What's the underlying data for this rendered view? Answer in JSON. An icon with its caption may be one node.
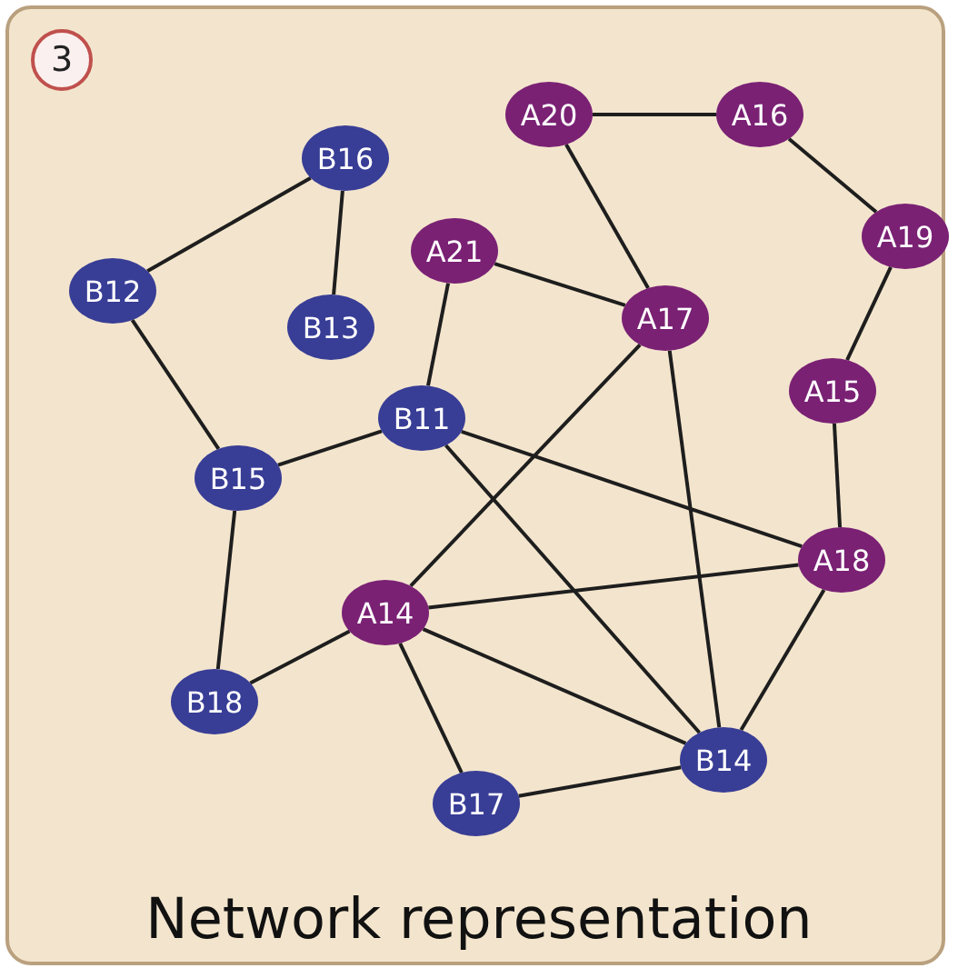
{
  "diagram": {
    "title": "Network representation",
    "nodes": [
      {
        "text": [
          "A20"
        ]
      },
      {
        "text": [
          "A16"
        ]
      },
      {
        "text": [
          "B16"
        ]
      },
      {
        "text": [
          "A19"
        ]
      },
      {
        "text": [
          "A21"
        ]
      },
      {
        "text": [
          "B12"
        ]
      },
      {
        "text": [
          "A17"
        ]
      },
      {
        "text": [
          "B13"
        ]
      },
      {
        "text": [
          "A15"
        ]
      },
      {
        "text": [
          "B11"
        ]
      },
      {
        "text": [
          "B15"
        ]
      },
      {
        "text": [
          "A18"
        ]
      },
      {
        "text": [
          "A14"
        ]
      },
      {
        "text": [
          "B18"
        ]
      },
      {
        "text": [
          "B14"
        ]
      },
      {
        "text": [
          "B17"
        ]
      }
    ],
    "edges": [
      {
        "from": 2,
        "to": 5,
        "arrow": "none"
      },
      {
        "from": 2,
        "to": 7,
        "arrow": "none"
      },
      {
        "from": 5,
        "to": 10,
        "arrow": "none"
      },
      {
        "from": 10,
        "to": 9,
        "arrow": "none"
      },
      {
        "from": 10,
        "to": 13,
        "arrow": "none"
      },
      {
        "from": 9,
        "to": 4,
        "arrow": "none"
      },
      {
        "from": 4,
        "to": 6,
        "arrow": "none"
      },
      {
        "from": 0,
        "to": 1,
        "arrow": "none"
      },
      {
        "from": 0,
        "to": 6,
        "arrow": "none"
      },
      {
        "from": 1,
        "to": 3,
        "arrow": "none"
      },
      {
        "from": 3,
        "to": 8,
        "arrow": "none"
      },
      {
        "from": 8,
        "to": 11,
        "arrow": "none"
      },
      {
        "from": 6,
        "to": 12,
        "arrow": "none"
      },
      {
        "from": 6,
        "to": 14,
        "arrow": "none"
      },
      {
        "from": 9,
        "to": 11,
        "arrow": "none"
      },
      {
        "from": 9,
        "to": 14,
        "arrow": "none"
      },
      {
        "from": 12,
        "to": 11,
        "arrow": "none"
      },
      {
        "from": 12,
        "to": 13,
        "arrow": "none"
      },
      {
        "from": 12,
        "to": 15,
        "arrow": "none"
      },
      {
        "from": 12,
        "to": 14,
        "arrow": "none"
      },
      {
        "from": 15,
        "to": 14,
        "arrow": "none"
      },
      {
        "from": 11,
        "to": 14,
        "arrow": "none"
      }
    ],
    "labels": [
      "3"
    ]
  }
}
